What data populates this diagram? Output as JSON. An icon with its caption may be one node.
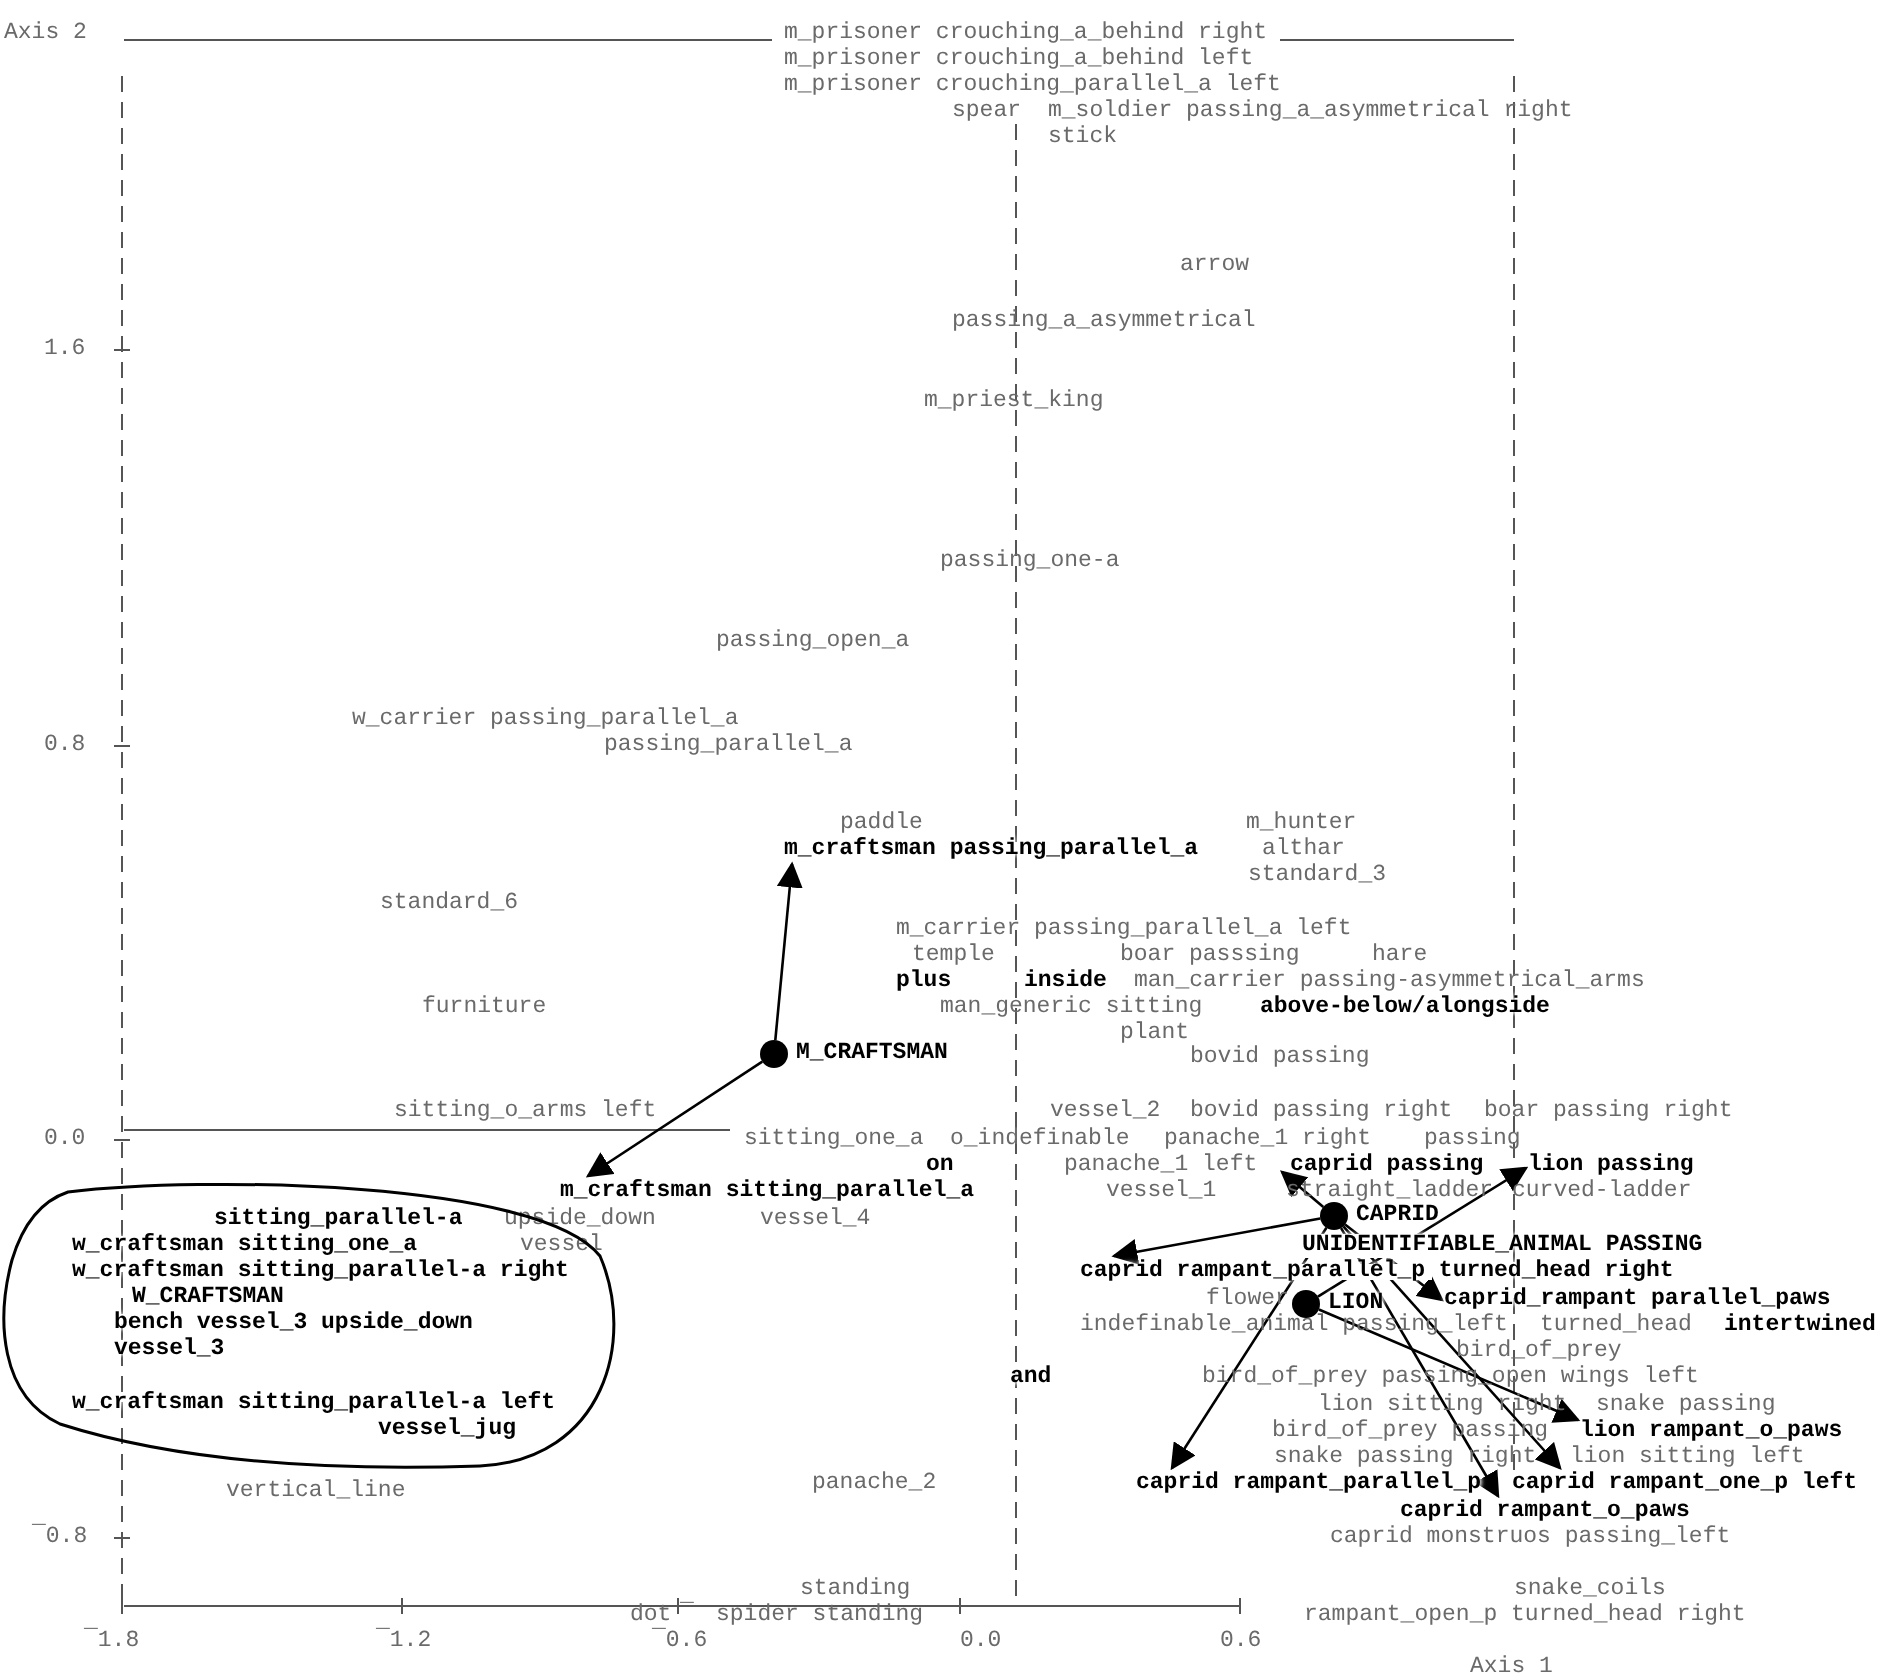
{
  "diagram": {
    "nodes": [
      {
        "text": [
          "m_craftsman passing_parallel_a"
        ]
      },
      {
        "text": [
          "M_CRAFTSMAN"
        ]
      },
      {
        "text": [
          "caprid passing"
        ]
      },
      {
        "text": [
          "lion passing"
        ]
      },
      {
        "text": [
          "m_craftsman sitting_parallel_a"
        ]
      },
      {
        "text": [
          "sitting_parallel-a",
          "w_craftsman sitting_one_a",
          "w_craftsman sitting_parallel-a right",
          "W_CRAFTSMAN",
          "bench  vessel_3 upside_down",
          "vessel_3",
          "w_craftsman sitting_parallel-a left",
          "vessel_jug"
        ]
      },
      {
        "text": [
          "CAPRID"
        ]
      },
      {
        "text": [
          "caprid rampant_parallel_p turned_head right"
        ]
      },
      {
        "text": [
          "LION"
        ]
      },
      {
        "text": [
          "caprid_rampant parallel_paws"
        ]
      },
      {
        "text": [
          "lion rampant_o_paws"
        ]
      },
      {
        "text": [
          "caprid rampant_parallel_p"
        ]
      },
      {
        "text": [
          "caprid rampant_one_p left"
        ]
      },
      {
        "text": [
          "caprid rampant_o_paws"
        ]
      }
    ],
    "edges": [
      {
        "from": 1,
        "to": 0,
        "arrow": "to"
      },
      {
        "from": 1,
        "to": 4,
        "arrow": "to"
      },
      {
        "from": 6,
        "to": 2,
        "arrow": "to"
      },
      {
        "from": 6,
        "to": 7,
        "arrow": "to"
      },
      {
        "from": 6,
        "to": 9,
        "arrow": "to"
      },
      {
        "from": 6,
        "to": 11,
        "arrow": "to"
      },
      {
        "from": 6,
        "to": 13,
        "arrow": "to"
      },
      {
        "from": 6,
        "to": 12,
        "arrow": "to"
      },
      {
        "from": 8,
        "to": 3,
        "arrow": "to"
      },
      {
        "from": 8,
        "to": 10,
        "arrow": "to"
      }
    ],
    "labels": [
      "Axis 2",
      "m_prisoner crouching_a_behind right",
      "m_prisoner crouching_a_behind left",
      "m_prisoner crouching_parallel_a left",
      "spear",
      "m_soldier passing_a_asymmetrical right",
      "stick",
      "arrow",
      "passing_a_asymmetrical",
      "1.6",
      "m_priest_king",
      "passing_one-a",
      "passing_open_a",
      "w_carrier passing_parallel_a",
      "0.8",
      "passing_parallel_a",
      "paddle",
      "m_hunter",
      "althar",
      "standard_3",
      "standard_6",
      "m_carrier passing_parallel_a left",
      "temple",
      "boar passsing",
      "hare",
      "plus",
      "inside",
      "man_carrier passing-asymmetrical_arms",
      "furniture",
      "man_generic sitting",
      "above-below/alongside",
      "plant",
      "bovid passing",
      "sitting_o_arms left",
      "vessel_2",
      "bovid passing right",
      "boar passing right",
      "0.0",
      "sitting_one_a",
      "o_indefinable",
      "panache_1 right",
      "passing",
      "on",
      "panache_1 left",
      "vessel_1",
      "straight_ladder",
      "curved-ladder",
      "upside_down",
      "vessel_4",
      "vessel",
      "UNIDENTIFIABLE_ANIMAL PASSING",
      "flower",
      "indefinable_animal passing_left",
      "turned_head",
      "intertwined",
      "bird_of_prey",
      "and",
      "bird_of_prey passing_open wings left",
      "lion sitting right",
      "snake passing",
      "bird_of_prey passing",
      "snake passing right",
      "lion sitting left",
      "vertical_line",
      "panache_2",
      "¯0.8",
      "caprid monstruos passing_left",
      "standing",
      "snake_coils",
      "dot",
      "¯",
      "spider standing",
      "rampant_open_p turned_head right",
      "¯1.8",
      "¯1.2",
      "¯0.6",
      "0.0",
      "0.6",
      "Axis 1"
    ]
  }
}
